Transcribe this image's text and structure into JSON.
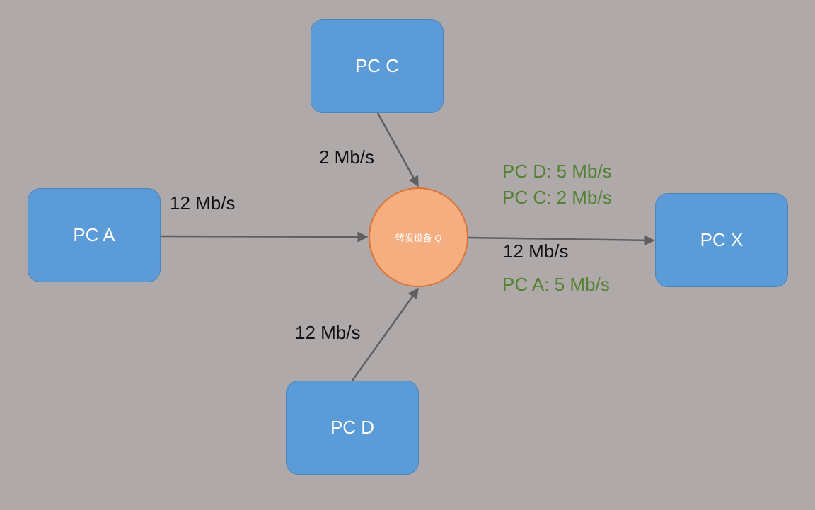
{
  "nodes": {
    "pc_a": "PC A",
    "pc_c": "PC C",
    "pc_d": "PC D",
    "pc_x": "PC X",
    "router": "转发设备 Q"
  },
  "links": {
    "a_to_q": "12 Mb/s",
    "c_to_q": "2 Mb/s",
    "d_to_q": "12 Mb/s",
    "q_to_x": "12 Mb/s"
  },
  "allocations": {
    "pc_d": "PC D: 5 Mb/s",
    "pc_c": "PC C: 2 Mb/s",
    "pc_a": "PC A: 5 Mb/s"
  },
  "colors": {
    "background": "#afaaa9",
    "pc_node": "#5b9bd8",
    "router_fill": "#f4ae80",
    "router_border": "#dd7233",
    "allocation_text": "#548235",
    "arrow": "#5f5f5f"
  }
}
